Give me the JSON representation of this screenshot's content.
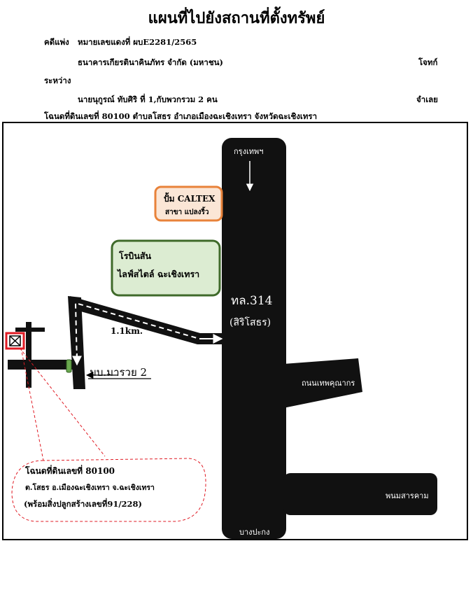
{
  "header": {
    "title": "แผนที่ไปยังสถานที่ตั้งทรัพย์",
    "case_label": "คดีแพ่ง",
    "case_number": "หมายเลขแดงที่ ผบE2281/2565",
    "plaintiff_name": "ธนาคารเกียรตินาคินภัทร จำกัด (มหาชน)",
    "plaintiff_role": "โจทก์",
    "between": "ระหว่าง",
    "defendant_name": "นายนุกูรณ์ ทับศิริ ที่ 1,กับพวกรวม 2 คน",
    "defendant_role": "จำเลย",
    "deed_line": "โฉนดที่ดินเลขที่  80100  ตำบลโสธร อำเภอเมืองฉะเชิงเทรา   จังหวัดฉะเชิงเทรา"
  },
  "map": {
    "north_road_label": "กรุงเทพฯ",
    "south_road_label": "บางปะกง",
    "highway_code": "ทล.314",
    "highway_name": "(สิริโสธร)",
    "side_road_1": "ถนนเทพคุณากร",
    "side_road_2": "พนมสารคาม",
    "gas_station_brand": "ปั้ม CALTEX",
    "gas_station_branch": "สาขา แปลงริ้ว",
    "mall_name": "โรบินสัน",
    "mall_branch": "ไลฟ์สไตล์ ฉะเชิงเทรา",
    "distance": "1.1km.",
    "village": "มบ.มารวย 2",
    "plot_deed": "โฉนดที่ดินเลขที่  80100",
    "plot_location": "ต.โสธร อ.เมืองฉะเชิงเทรา   จ.ฉะเชิงเทรา",
    "plot_building": "(พร้อมสิ่งปลูกสร้างเลขที่91/228)"
  },
  "colors": {
    "road": "#111111",
    "gas_border": "#e8823a",
    "gas_fill": "#fbe6d6",
    "mall_border": "#3f6a2a",
    "mall_fill": "#dcecd2",
    "plot_marker": "#e01b24",
    "callout_dash": "#e01b24",
    "soi_marker": "#6aa84f"
  }
}
